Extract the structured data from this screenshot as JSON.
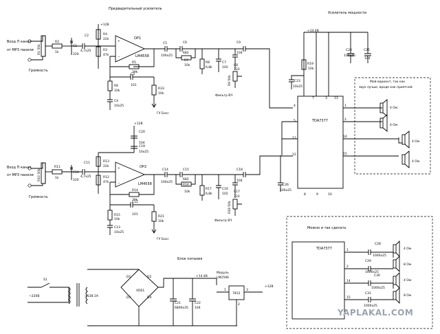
{
  "titles": {
    "preamp": "Предварительный усилитель",
    "power_amp": "Усилитель мощности",
    "psu": "Блок питания",
    "alt_variant": "Можно и так сделать"
  },
  "inputs": {
    "left": [
      "Вход Л канал",
      "от MP3 панели"
    ],
    "right": [
      "Вход П канал",
      "от MP3 панели"
    ],
    "volume": "Громкость"
  },
  "notes": {
    "my_variant": [
      "Мой вариант, так как",
      "звук лучше, вроде как приятней"
    ],
    "filter": "Фильтр ВЧ",
    "gu_bass": "ГУ Басс"
  },
  "rails": {
    "v12": "+12В",
    "v14": "+14.4В"
  },
  "top_channel": {
    "pot": "R1 50k",
    "r2": "R2",
    "r2v": "1k",
    "c1": "C1",
    "c1v": "220",
    "c2": "C2",
    "c2v": "4,7x25",
    "r4": "R4",
    "r4v": "22k",
    "r3": "R3",
    "r3v": "47k",
    "op": "OP1",
    "opmodel": "LM4558",
    "r5": "R5",
    "r5v": "39k",
    "c3": "C3",
    "c3v": "101",
    "r6": "R6",
    "r6v": "10k",
    "r33": "R33",
    "r33v": "10k",
    "c4": "C4",
    "c4v": "10x25",
    "c5": "C5",
    "c5v": "100x25",
    "c6": "C6",
    "c6v": "682",
    "r7": "R7",
    "r7v": "10k",
    "r8": "R8",
    "r8v": "6,8k",
    "c7": "C7",
    "c7v": "102",
    "c8": "C8",
    "c8v": "333",
    "r9": "R9 50k",
    "c9": "C9",
    "c9v": "104"
  },
  "bottom_channel": {
    "pot": "R10 50k",
    "r11": "R11",
    "r11v": "1k",
    "c10": "C10",
    "c10v": "220",
    "c11": "C11",
    "c11v": "4,7x25",
    "r13": "R13",
    "r13v": "22k",
    "r12": "R12",
    "r12v": "47k",
    "op": "OP2",
    "opmodel": "LM4558",
    "r14": "R14",
    "r14v": "39k",
    "c12": "C12",
    "c12v": "101",
    "r15": "R15",
    "r15v": "10k",
    "r21": "R21",
    "r21v": "10k",
    "c13": "C13",
    "c13v": "10x25",
    "c14": "C14",
    "c14v": "100x25",
    "c15": "C15",
    "c15v": "682",
    "r16": "R16",
    "r16v": "10k",
    "r17": "R17",
    "r17v": "6,8k",
    "c16": "C16",
    "c16v": "102",
    "c17": "C17",
    "c17v": "333",
    "r18": "R18 50k",
    "c18": "C18",
    "c18v": "104",
    "c20": "C20",
    "c20v": "104",
    "c19": "C19",
    "c19v": "10x25"
  },
  "power_amp": {
    "chip": "TDA7377",
    "r19": "R19",
    "r19v": "10k",
    "c23": "C23",
    "c23v": "10x25",
    "c24": "C24",
    "c24v": "100x25",
    "c25": "C25",
    "c25v": "104",
    "c26": "C26",
    "c26v": "100x25",
    "pins": {
      "p7": "7",
      "p3": "3",
      "p13": "13",
      "p4": "4",
      "p5": "5",
      "p11": "11",
      "p12": "12",
      "p8": "8",
      "p9": "9",
      "p10": "10",
      "p1": "1",
      "p2": "2",
      "p14": "14",
      "p15": "15"
    },
    "ohm": "4 Ом"
  },
  "psu": {
    "switch": "S1",
    "mains": "~220В",
    "transformer": "~13В 2А",
    "bridge": "VDS1",
    "d1": "D1",
    "d2": "D2",
    "d3": "D3",
    "d4": "D4",
    "c21": "C21",
    "c21v": "6800x35",
    "c22": "C22",
    "c22v": "104",
    "module": [
      "Модуль",
      "LM2596"
    ],
    "reg": "7812",
    "v14": "+14.4В",
    "v12": "+12В",
    "pins": {
      "p1": "1",
      "p2": "2",
      "p3": "3"
    }
  },
  "alt": {
    "chip": "TDA7377",
    "pins": {
      "p1": "1",
      "p2": "2",
      "p14": "14",
      "p15": "15"
    },
    "c28": "C28",
    "c29": "C29",
    "c30": "C30",
    "c31": "C31",
    "cv": "1000x25",
    "o4": "4 Ом",
    "o8": "8 Ом"
  },
  "watermark": "YAPLAKAL.COM"
}
